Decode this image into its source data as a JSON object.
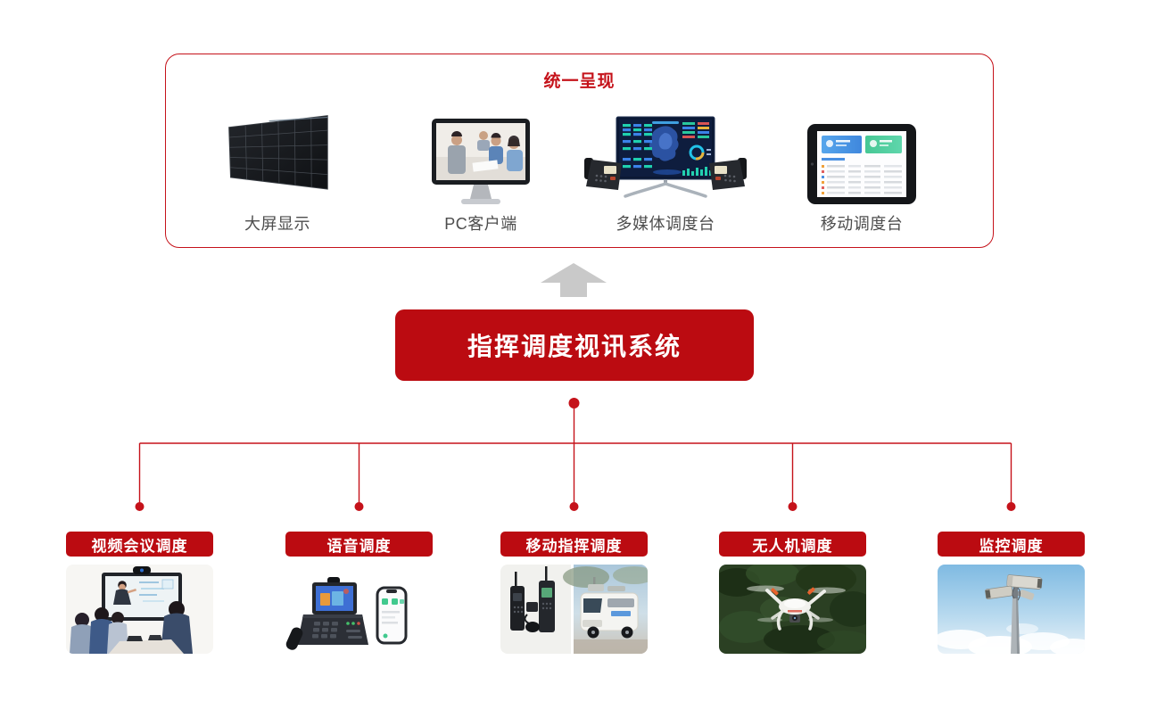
{
  "colors": {
    "accent_red": "#C5121A",
    "fill_red": "#BB0B11",
    "arrow_gray": "#C9C9C9",
    "device_label_gray": "#4D4D4D",
    "background": "#FFFFFF"
  },
  "top_panel": {
    "title": "统一呈现",
    "items": [
      {
        "label": "大屏显示"
      },
      {
        "label": "PC客户端"
      },
      {
        "label": "多媒体调度台"
      },
      {
        "label": "移动调度台"
      }
    ]
  },
  "system_banner": {
    "label": "指挥调度视讯系统"
  },
  "branches": [
    {
      "label": "视频会议调度"
    },
    {
      "label": "语音调度"
    },
    {
      "label": "移动指挥调度"
    },
    {
      "label": "无人机调度"
    },
    {
      "label": "监控调度"
    }
  ]
}
